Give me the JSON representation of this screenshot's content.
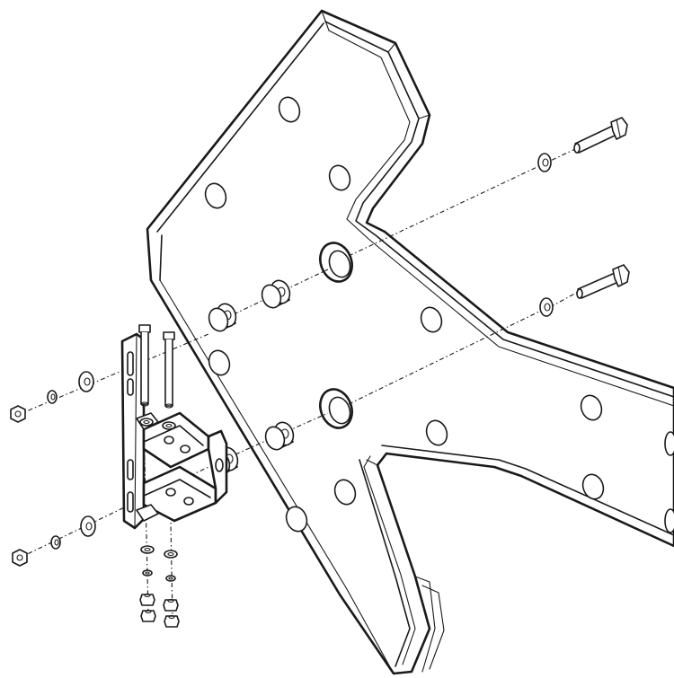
{
  "diagram": {
    "kind": "exploded-assembly",
    "colors": {
      "line": "#1a1a1a",
      "background": "#ffffff"
    },
    "parts": [
      "arrow-sign-panel",
      "mounting-bracket",
      "hex-bolt",
      "carriage-bolt",
      "flat-washer",
      "lock-washer",
      "hex-nut",
      "spacer"
    ]
  }
}
